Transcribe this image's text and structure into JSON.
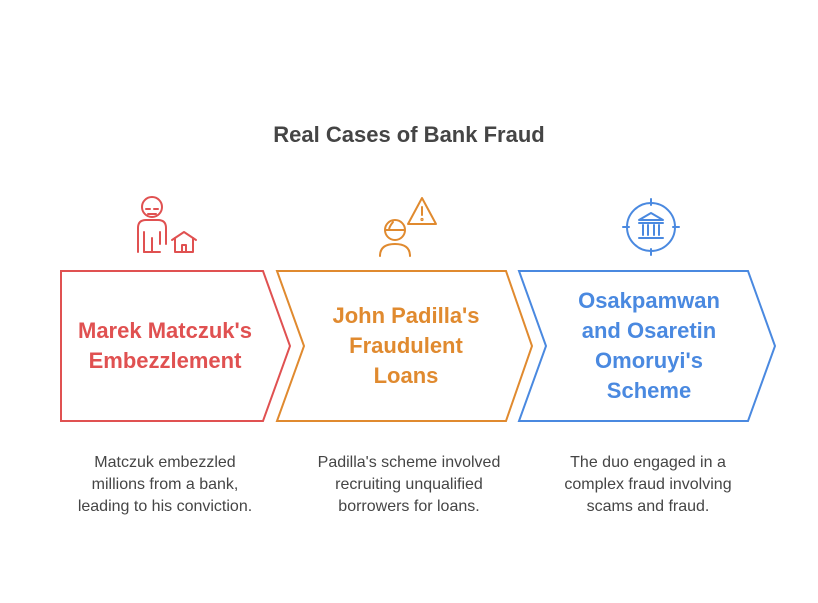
{
  "title": "Real Cases of Bank Fraud",
  "colors": {
    "red": "#e05151",
    "orange": "#e08a2f",
    "blue": "#4a89e0",
    "text": "#454545"
  },
  "steps": [
    {
      "label": "Marek Matczuk's Embezzlement",
      "description": "Matczuk embezzled millions from a bank, leading to his conviction.",
      "icon": "person-house-icon",
      "color": "#e05151"
    },
    {
      "label": "John Padilla's Fraudulent Loans",
      "description": "Padilla's scheme involved recruiting unqualified borrowers for loans.",
      "icon": "person-warning-icon",
      "color": "#e08a2f"
    },
    {
      "label": "Osakpamwan and Osaretin Omoruyi's Scheme",
      "description": "The duo engaged in a complex fraud involving scams and fraud.",
      "icon": "bank-target-icon",
      "color": "#4a89e0"
    }
  ]
}
